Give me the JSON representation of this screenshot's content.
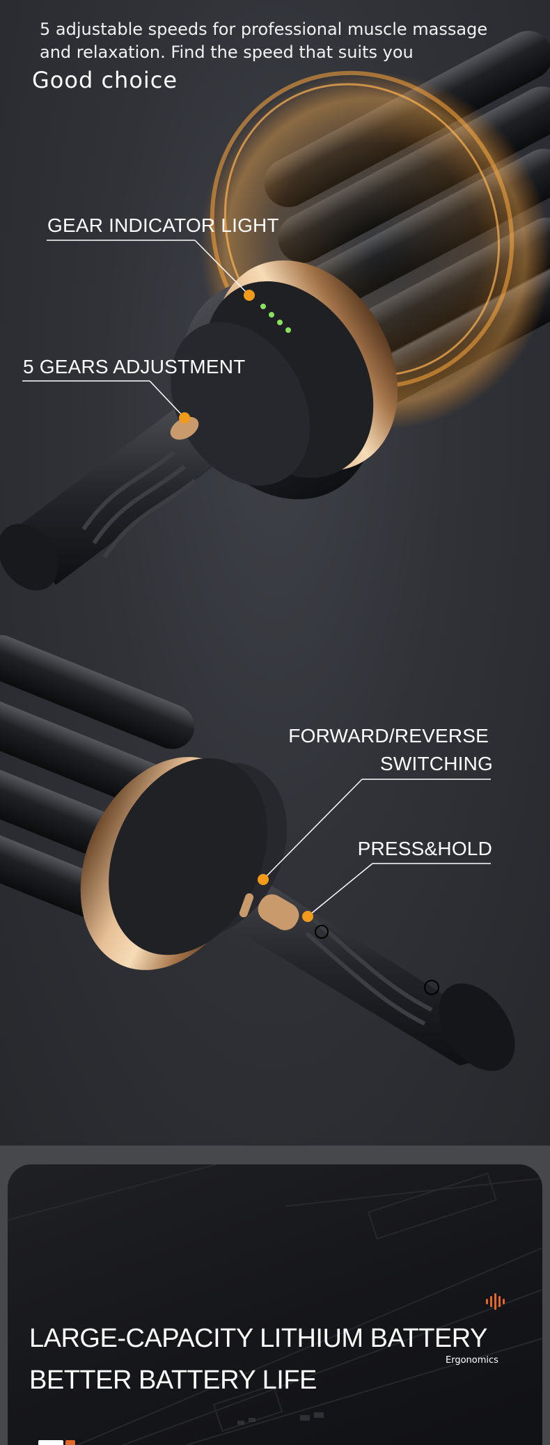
{
  "intro": {
    "line1": "5 adjustable speeds for professional muscle massage",
    "line2": "and relaxation. Find the speed that suits you"
  },
  "callouts": {
    "gear_indicator": "GEAR INDICATOR LIGHT",
    "gears_adjustment": "5 GEARS  ADJUSTMENT",
    "forward_reverse_1": "FORWARD/REVERSE",
    "forward_reverse_2": "SWITCHING",
    "press_hold": "PRESS&HOLD"
  },
  "battery_section": {
    "tagline": "Good choice",
    "headline_1": "LARGE-CAPACITY LITHIUM BATTERY",
    "headline_2": "BETTER BATTERY LIFE",
    "badge": "Ergonomics"
  },
  "colors": {
    "accent_orange": "#f29a1a",
    "gold_ring": "#c99a6b",
    "indicator_green": "#8be060",
    "badge_orange": "#e4682a"
  },
  "icons": [
    "sound-wave-icon"
  ]
}
